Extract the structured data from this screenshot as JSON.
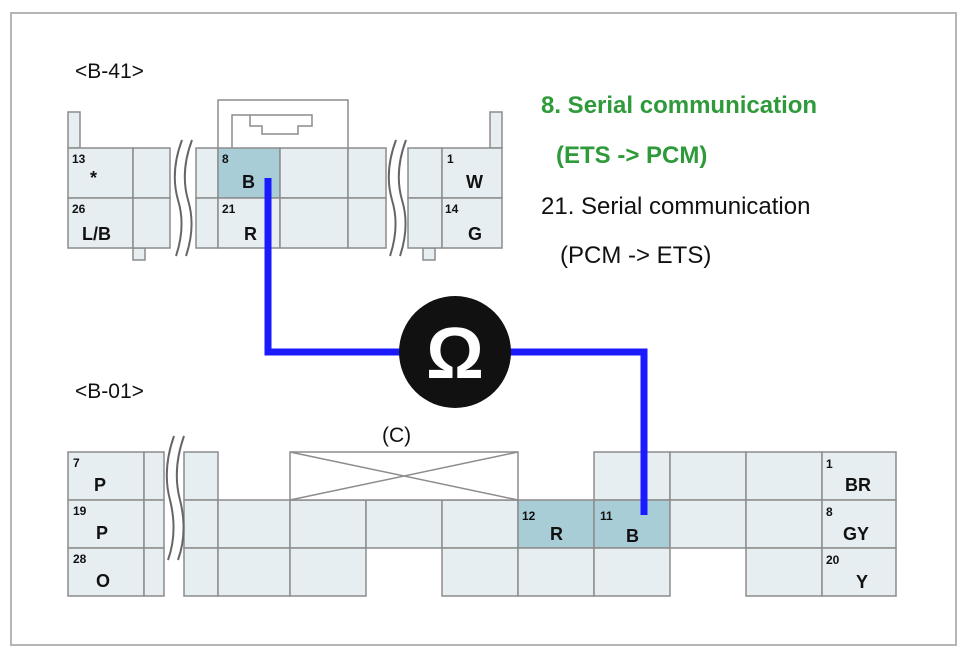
{
  "connectors": {
    "top": {
      "label": "<B-41>",
      "pins": [
        {
          "num": "13",
          "color": "*"
        },
        {
          "num": "26",
          "color": "L/B"
        },
        {
          "num": "8",
          "color": "B"
        },
        {
          "num": "21",
          "color": "R"
        },
        {
          "num": "1",
          "color": "W"
        },
        {
          "num": "14",
          "color": "G"
        }
      ]
    },
    "bottom": {
      "label": "<B-01>",
      "key_label": "(C)",
      "pins": [
        {
          "num": "7",
          "color": "P"
        },
        {
          "num": "19",
          "color": "P"
        },
        {
          "num": "28",
          "color": "O"
        },
        {
          "num": "12",
          "color": "R"
        },
        {
          "num": "11",
          "color": "B"
        },
        {
          "num": "1",
          "color": "BR"
        },
        {
          "num": "8",
          "color": "GY"
        },
        {
          "num": "20",
          "color": "Y"
        }
      ]
    }
  },
  "notes": {
    "line1": "8. Serial communication",
    "line2": "(ETS -> PCM)",
    "line3": "21. Serial communication",
    "line4": "(PCM -> ETS)"
  },
  "meter": {
    "symbol": "Ω",
    "icon": "ohm-meter-icon"
  },
  "colors": {
    "wire": "#1a1aff",
    "note_highlight": "#2e9a3a",
    "pin_highlight": "#a9cdd6"
  }
}
